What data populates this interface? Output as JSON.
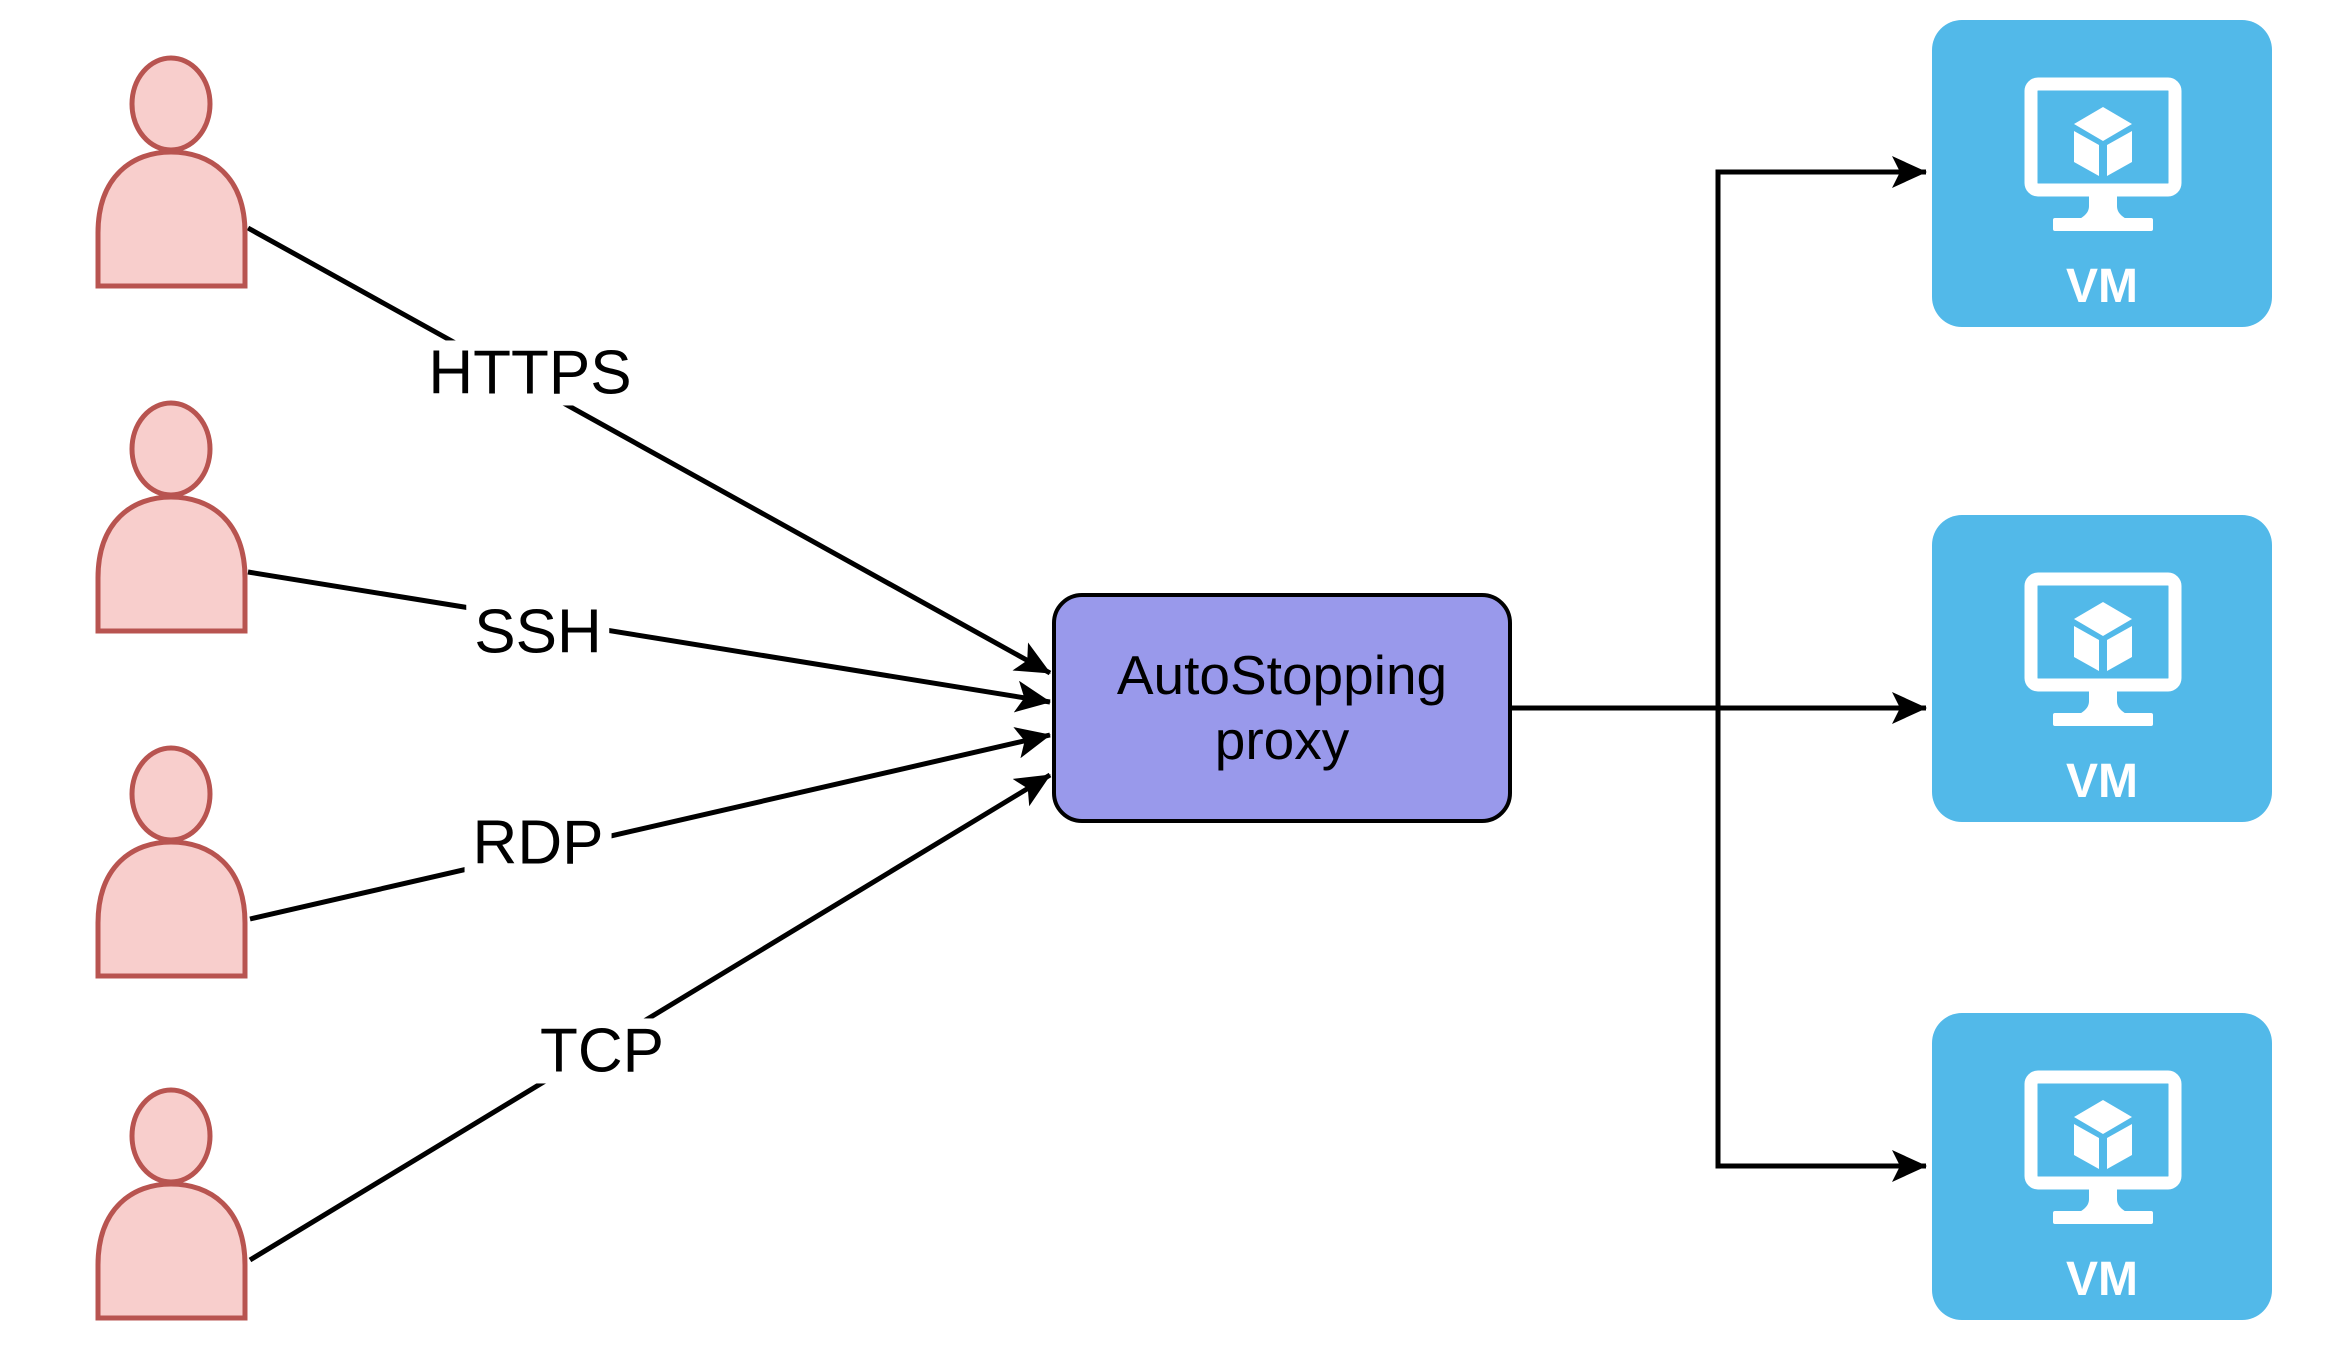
{
  "proxy": {
    "line1": "AutoStopping",
    "line2": "proxy"
  },
  "connections": [
    {
      "protocol": "HTTPS"
    },
    {
      "protocol": "SSH"
    },
    {
      "protocol": "RDP"
    },
    {
      "protocol": "TCP"
    }
  ],
  "vms": [
    {
      "label": "VM"
    },
    {
      "label": "VM"
    },
    {
      "label": "VM"
    }
  ],
  "colors": {
    "user_fill": "#F8CECC",
    "user_stroke": "#B85450",
    "proxy_fill": "#9999EB",
    "proxy_stroke": "#000000",
    "vm_fill": "#52B9E9",
    "vm_icon": "#FFFFFF",
    "connector": "#000000",
    "label_text": "#000000",
    "background": "#FFFFFF"
  }
}
